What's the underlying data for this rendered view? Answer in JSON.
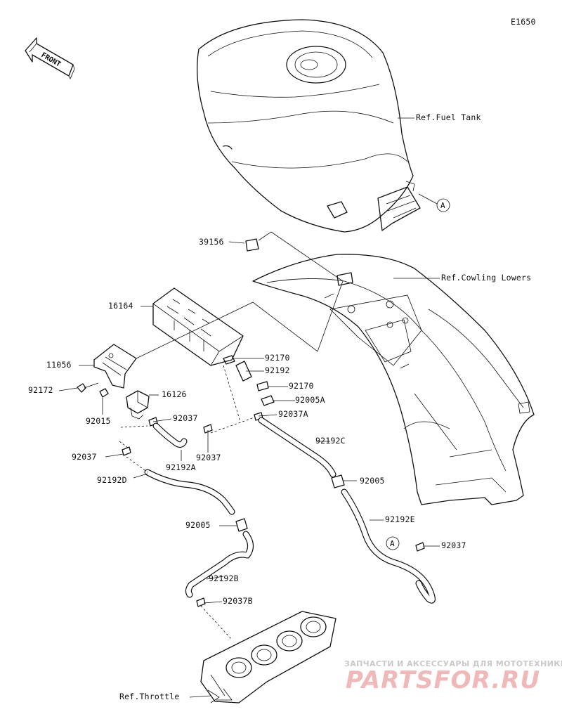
{
  "diagram_code": "E1650",
  "front_label": "FRONT",
  "callout_letter": "A",
  "watermark": {
    "top_line": "ЗАПЧАСТИ И АКСЕССУАРЫ ДЛЯ МОТОТЕХНИКИ",
    "brand": "PARTSFOR.RU"
  },
  "labels": {
    "ref_fuel_tank": "Ref.Fuel Tank",
    "ref_cowling_lowers": "Ref.Cowling Lowers",
    "ref_throttle": "Ref.Throttle",
    "p39156": "39156",
    "p16164": "16164",
    "p11056": "11056",
    "p92172": "92172",
    "p16126": "16126",
    "p92015": "92015",
    "p92170_a": "92170",
    "p92192": "92192",
    "p92170_b": "92170",
    "p92005A": "92005A",
    "p92037A": "92037A",
    "p92037_a": "92037",
    "p92037_b": "92037",
    "p92037_c": "92037",
    "p92192A": "92192A",
    "p92192C": "92192C",
    "p92192D": "92192D",
    "p92005_a": "92005",
    "p92005_b": "92005",
    "p92192E": "92192E",
    "p92037_d": "92037",
    "p92192B": "92192B",
    "p92037B": "92037B"
  },
  "colors": {
    "line": "#111111",
    "watermark_grey": "#c9c9c9",
    "watermark_red": "#f0b9b9"
  }
}
